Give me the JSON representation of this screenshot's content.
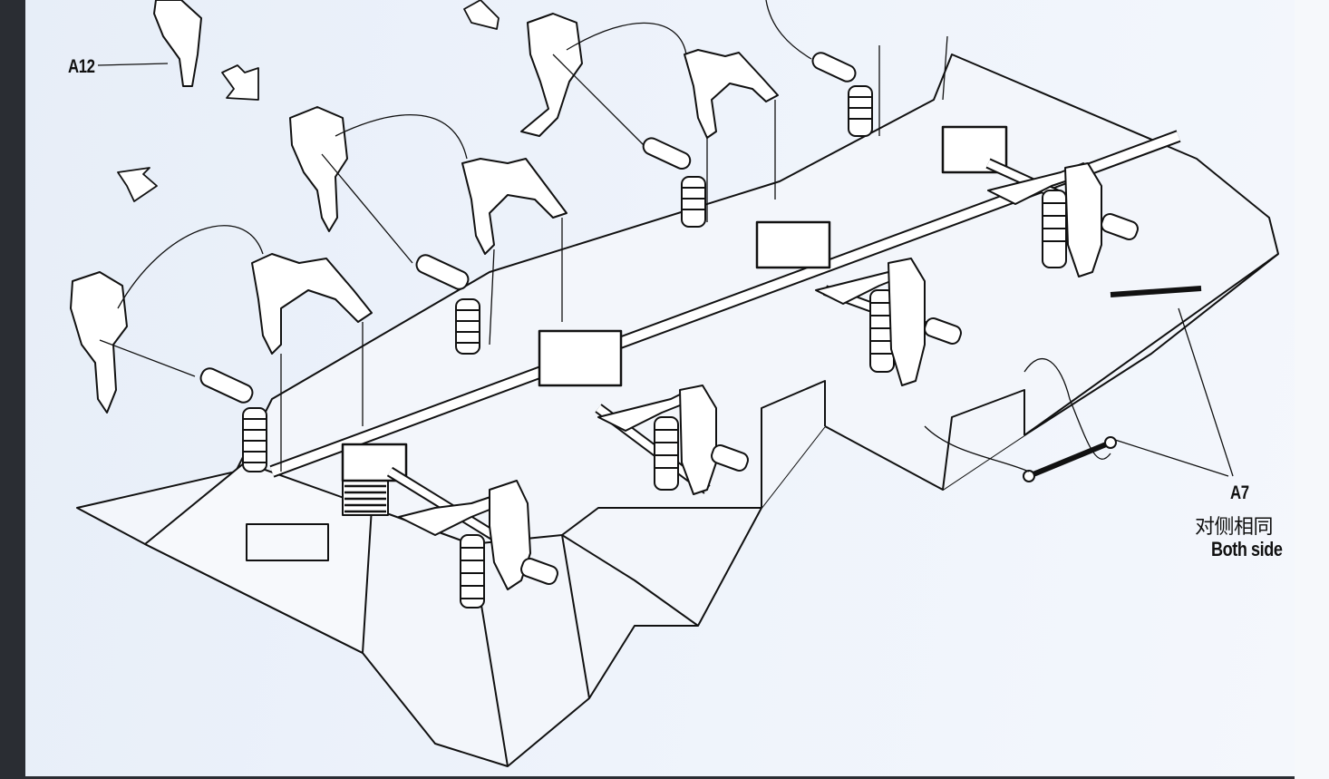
{
  "labels": {
    "part_a12": "A12",
    "part_a7": "A7",
    "note_cn": "对侧相同",
    "note_en": "Both side"
  },
  "colors": {
    "paper": "#eef3fb",
    "ink": "#111111"
  }
}
